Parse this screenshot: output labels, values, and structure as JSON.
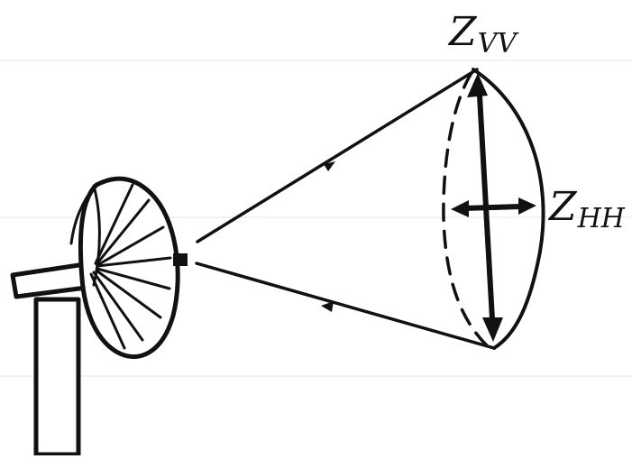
{
  "labels": {
    "zvv": {
      "main": "Z",
      "sub": "VV"
    },
    "zhh": {
      "main": "Z",
      "sub": "HH"
    }
  },
  "colors": {
    "line": "#111111",
    "guide": "#d9e8f2",
    "background": "#ffffff"
  },
  "icons": [
    "radar-dish-icon",
    "signal-arrow-icon",
    "vertical-polarization-arrow-icon",
    "horizontal-polarization-arrow-icon"
  ]
}
